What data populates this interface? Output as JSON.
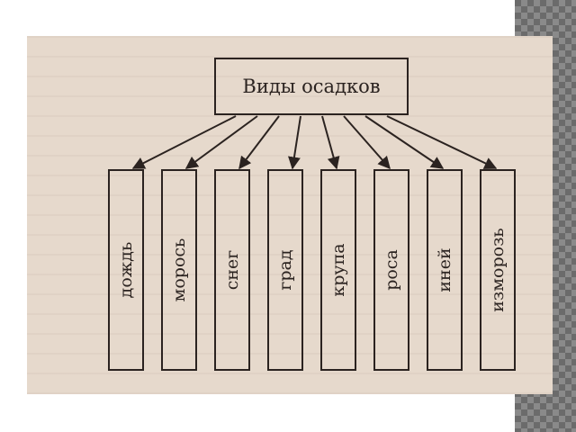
{
  "diagram": {
    "title": "Виды осадков",
    "items": [
      {
        "label": "дождь"
      },
      {
        "label": "морось"
      },
      {
        "label": "снег"
      },
      {
        "label": "град"
      },
      {
        "label": "крупа"
      },
      {
        "label": "роса"
      },
      {
        "label": "иней"
      },
      {
        "label": "изморозь"
      }
    ]
  },
  "colors": {
    "paper": "#e6d9cc",
    "ink": "#2b2320",
    "frame_pattern": "#7a7a7a"
  }
}
